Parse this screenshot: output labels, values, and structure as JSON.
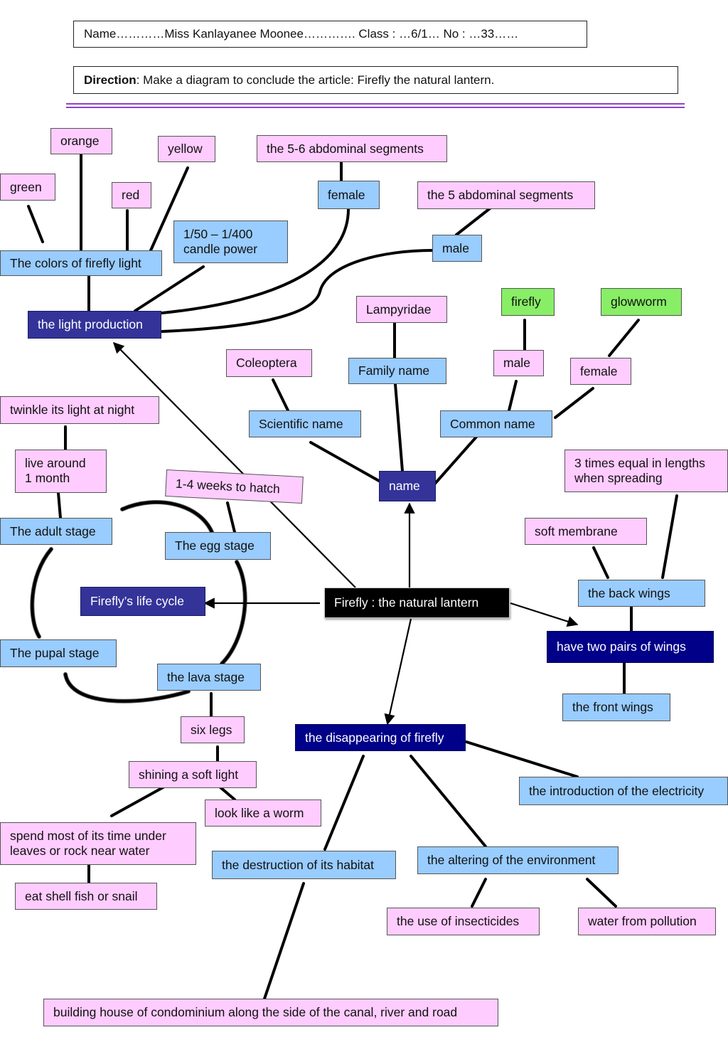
{
  "header": {
    "name_line": "Name…………Miss Kanlayanee  Moonee…………. Class : …6/1… No : …33……",
    "direction_label": "Direction",
    "direction_text": ": Make a diagram to conclude the article: Firefly the natural lantern."
  },
  "center": "Firefly : the natural lantern",
  "light": {
    "title": "the light production",
    "colors_title": "The colors of firefly light",
    "colors": {
      "orange": "orange",
      "yellow": "yellow",
      "green": "green",
      "red": "red"
    },
    "candle": "1/50 – 1/400\ncandle power",
    "female": "female",
    "female_segments": "the 5-6 abdominal segments",
    "male": "male",
    "male_segments": "the 5 abdominal segments"
  },
  "name": {
    "title": "name",
    "scientific": "Scientific name",
    "coleoptera": "Coleoptera",
    "family": "Family name",
    "lampyridae": "Lampyridae",
    "common": "Common name",
    "male": "male",
    "firefly": "firefly",
    "female": "female",
    "glowworm": "glowworm"
  },
  "life_cycle": {
    "title": "Firefly’s life cycle",
    "adult": "The adult stage",
    "egg": "The egg stage",
    "pupal": "The pupal stage",
    "lava": "the lava stage",
    "twinkle": "twinkle its light at night",
    "live": "live around\n1 month",
    "hatch": "1-4 weeks to hatch",
    "six_legs": "six legs",
    "soft_light": "shining a soft light",
    "worm": "look like a worm",
    "spend": "spend most of its time under\nleaves or rock near water",
    "eat": "eat shell fish or snail"
  },
  "wings": {
    "title": "have two pairs of wings",
    "back": "the back wings",
    "front": "the front wings",
    "soft_membrane": "soft membrane",
    "three_times": "3 times equal in lengths\nwhen spreading"
  },
  "disappearing": {
    "title": "the disappearing of firefly",
    "electricity": "the introduction of the electricity",
    "habitat": "the destruction of its habitat",
    "environment": "the altering of the environment",
    "insecticides": "the use of insecticides",
    "pollution": "water from pollution",
    "building": "building house of condominium along the side of the canal, river and road"
  },
  "colors": {
    "pink_box": "#ffccff",
    "blue_box": "#99ccff",
    "green_box": "#88ee66",
    "navy_box": "#333399",
    "dark_navy_box": "#000088",
    "center_box": "#000000",
    "rule": "#8e44c7"
  }
}
